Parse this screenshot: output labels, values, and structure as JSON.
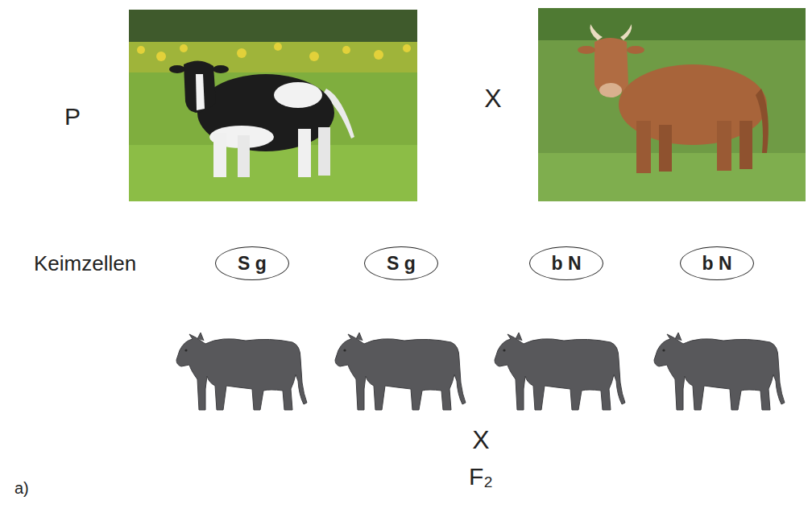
{
  "diagram": {
    "nodes": [
      {
        "text": [
          "S g"
        ]
      },
      {
        "text": [
          "S g"
        ]
      },
      {
        "text": [
          "b N"
        ]
      },
      {
        "text": [
          "b N"
        ]
      }
    ],
    "labels": [
      "P",
      "X",
      "Keimzellen",
      "X",
      "F₂",
      "a)"
    ]
  }
}
